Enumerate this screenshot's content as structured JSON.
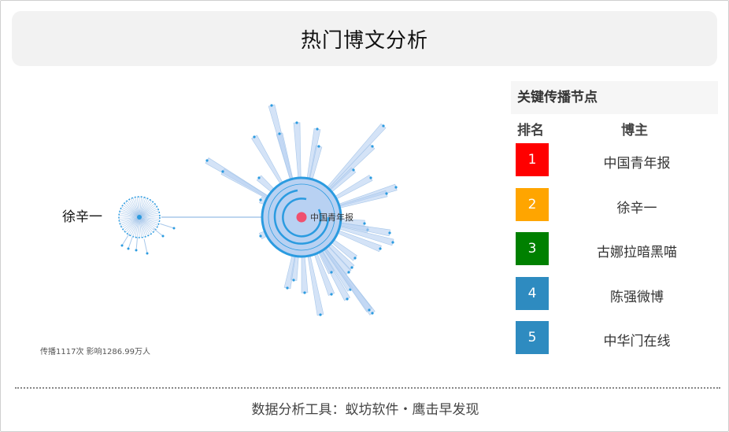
{
  "header": {
    "title": "热门博文分析"
  },
  "graph": {
    "main_node_label": "中国青年报",
    "secondary_node_label": "徐辛一",
    "stats": "传播1117次 影响1286.99万人",
    "colors": {
      "edge": "#a9c8ea",
      "ring": "#2b9be0",
      "fill": "#b8d1f2",
      "center": "#f0506e"
    }
  },
  "rank_panel": {
    "title": "关键传播节点",
    "col_rank": "排名",
    "col_user": "博主",
    "rows": [
      {
        "rank": "1",
        "name": "中国青年报",
        "color": "#ff0000"
      },
      {
        "rank": "2",
        "name": "徐辛一",
        "color": "#ffa500"
      },
      {
        "rank": "3",
        "name": "古娜拉暗黑喵",
        "color": "#008000"
      },
      {
        "rank": "4",
        "name": "陈强微博",
        "color": "#2e8bc0"
      },
      {
        "rank": "5",
        "name": "中华门在线",
        "color": "#2e8bc0"
      }
    ]
  },
  "footer": {
    "text": "数据分析工具：蚁坊软件・鹰击早发现"
  }
}
